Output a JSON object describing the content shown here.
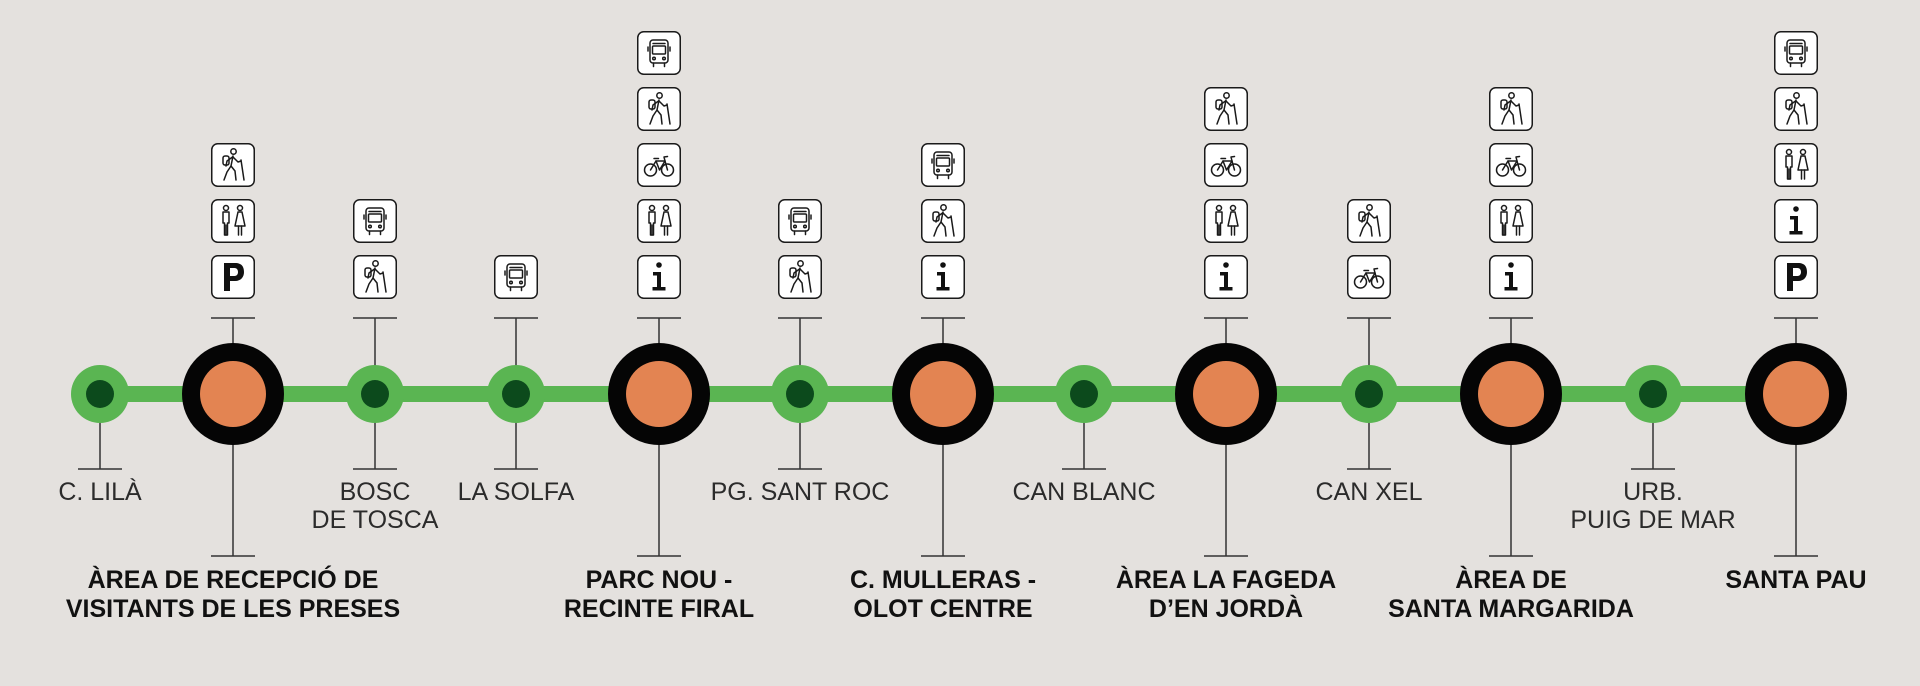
{
  "colors": {
    "background": "#e4e1de",
    "line": "#5ab552",
    "minor_stop_ring": "#5ab552",
    "minor_stop_center": "#0c4a1c",
    "major_stop_ring": "#050505",
    "major_stop_center": "#e38452",
    "icon_border": "#1a1a1a",
    "icon_fill": "#ffffff"
  },
  "stops": [
    {
      "name": "C. LILÀ",
      "lines": [
        "C. LILÀ"
      ],
      "type": "minor",
      "services": []
    },
    {
      "name": "ÀREA DE RECEPCIÓ DE VISITANTS DE LES PRESES",
      "lines": [
        "ÀREA DE RECEPCIÓ DE",
        "VISITANTS DE LES PRESES"
      ],
      "type": "major",
      "services": [
        "hiker-icon",
        "toilets-icon",
        "parking-icon"
      ]
    },
    {
      "name": "BOSC DE TOSCA",
      "lines": [
        "BOSC",
        "DE TOSCA"
      ],
      "type": "minor",
      "services": [
        "bus-icon",
        "hiker-icon"
      ]
    },
    {
      "name": "LA SOLFA",
      "lines": [
        "LA SOLFA"
      ],
      "type": "minor",
      "services": [
        "bus-icon"
      ]
    },
    {
      "name": "PARC NOU - RECINTE FIRAL",
      "lines": [
        "PARC NOU -",
        "RECINTE FIRAL"
      ],
      "type": "major",
      "services": [
        "bus-icon",
        "hiker-icon",
        "bicycle-icon",
        "toilets-icon",
        "info-icon"
      ]
    },
    {
      "name": "PG. SANT ROC",
      "lines": [
        "PG. SANT ROC"
      ],
      "type": "minor",
      "services": [
        "bus-icon",
        "hiker-icon"
      ]
    },
    {
      "name": "C. MULLERAS - OLOT CENTRE",
      "lines": [
        "C. MULLERAS -",
        "OLOT CENTRE"
      ],
      "type": "major",
      "services": [
        "bus-icon",
        "hiker-icon",
        "info-icon"
      ]
    },
    {
      "name": "CAN BLANC",
      "lines": [
        "CAN BLANC"
      ],
      "type": "minor",
      "services": []
    },
    {
      "name": "ÀREA LA FAGEDA D’EN JORDÀ",
      "lines": [
        "ÀREA LA FAGEDA",
        "D’EN JORDÀ"
      ],
      "type": "major",
      "services": [
        "hiker-icon",
        "bicycle-icon",
        "toilets-icon",
        "info-icon"
      ]
    },
    {
      "name": "CAN XEL",
      "lines": [
        "CAN XEL"
      ],
      "type": "minor",
      "services": [
        "hiker-icon",
        "bicycle-icon"
      ]
    },
    {
      "name": "ÀREA DE SANTA MARGARIDA",
      "lines": [
        "ÀREA DE",
        "SANTA MARGARIDA"
      ],
      "type": "major",
      "services": [
        "hiker-icon",
        "bicycle-icon",
        "toilets-icon",
        "info-icon"
      ]
    },
    {
      "name": "URB. PUIG DE MAR",
      "lines": [
        "URB.",
        "PUIG DE MAR"
      ],
      "type": "minor",
      "services": []
    },
    {
      "name": "SANTA PAU",
      "lines": [
        "SANTA PAU"
      ],
      "type": "major",
      "services": [
        "bus-icon",
        "hiker-icon",
        "toilets-icon",
        "info-icon",
        "parking-icon"
      ]
    }
  ]
}
